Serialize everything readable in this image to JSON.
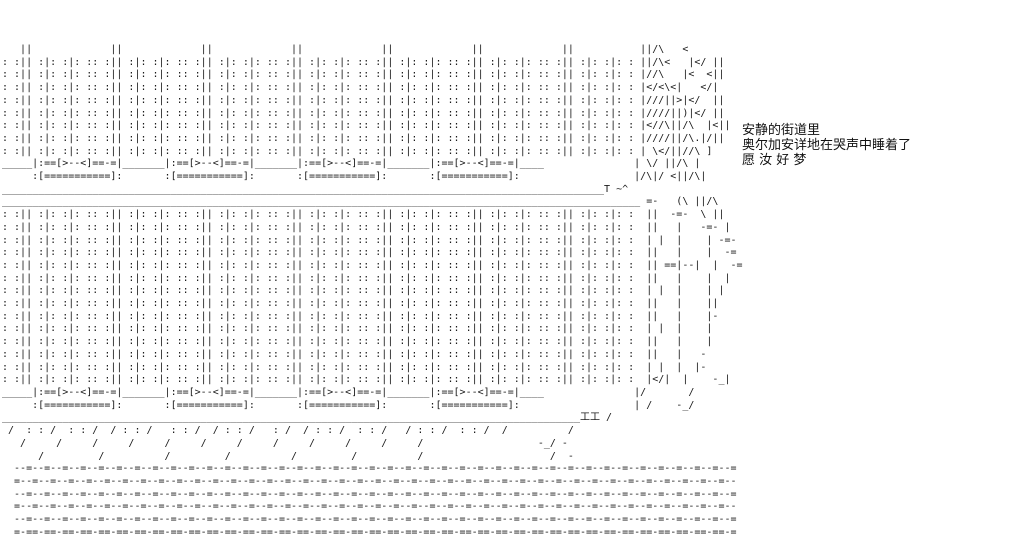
{
  "colors": {
    "background": "#ffffff",
    "ink": "#1a1a1a"
  },
  "dialogue": {
    "line1": "安静的街道里",
    "line2": "奥尔加安详地在哭声中睡着了",
    "line3": "愿 汝 好 梦"
  },
  "art": {
    "lines": [
      "   ||             ||             ||             ||             ||             ||             ||           ||/\\   <",
      ": :|| :|: :|: :: :|| :|: :|: :: :|| :|: :|: :: :|| :|: :|: :: :|| :|: :|: :: :|| :|: :|: :: :|| :|: :|: : ||/\\<   |</ ||",
      ": :|| :|: :|: :: :|| :|: :|: :: :|| :|: :|: :: :|| :|: :|: :: :|| :|: :|: :: :|| :|: :|: :: :|| :|: :|: : |//\\   |<  <||",
      ": :|| :|: :|: :: :|| :|: :|: :: :|| :|: :|: :: :|| :|: :|: :: :|| :|: :|: :: :|| :|: :|: :: :|| :|: :|: : |</<\\<|   </|",
      ": :|| :|: :|: :: :|| :|: :|: :: :|| :|: :|: :: :|| :|: :|: :: :|| :|: :|: :: :|| :|: :|: :: :|| :|: :|: : |///||>|</  ||",
      ": :|| :|: :|: :: :|| :|: :|: :: :|| :|: :|: :: :|| :|: :|: :: :|| :|: :|: :: :|| :|: :|: :: :|| :|: :|: : |////||)|</ ||",
      ": :|| :|: :|: :: :|| :|: :|: :: :|| :|: :|: :: :|| :|: :|: :: :|| :|: :|: :: :|| :|: :|: :: :|| :|: :|: : |<//\\||/\\  |<||",
      ": :|| :|: :|: :: :|| :|: :|: :: :|| :|: :|: :: :|| :|: :|: :: :|| :|: :|: :: :|| :|: :|: :: :|| :|: :|: : |////||/\\.|/||",
      ": :|| :|: :|: :: :|| :|: :|: :: :|| :|: :|: :: :|| :|: :|: :: :|| :|: :|: :: :|| :|: :|: :: :|| :|: :|: : | \\</||//\\ ]",
      "_____|:==[>--<]==-=|_______|:==[>--<]==-=|_______|:==[>--<]==-=|_______|:==[>--<]==-=|____               | \\/ ||/\\ |",
      "     :[===========]:       :[===========]:       :[===========]:       :[===========]:                   |/\\|/ <||/\\|",
      "____________________________________________________________________________________________________T ~^",
      "__________________________________________________________________________________________________________ =-   (\\ ||/\\",
      ": :|| :|: :|: :: :|| :|: :|: :: :|| :|: :|: :: :|| :|: :|: :: :|| :|: :|: :: :|| :|: :|: :: :|| :|: :|: :  ||  -=-  \\ ||",
      ": :|| :|: :|: :: :|| :|: :|: :: :|| :|: :|: :: :|| :|: :|: :: :|| :|: :|: :: :|| :|: :|: :: :|| :|: :|: :  ||   |   -=- |",
      ": :|| :|: :|: :: :|| :|: :|: :: :|| :|: :|: :: :|| :|: :|: :: :|| :|: :|: :: :|| :|: :|: :: :|| :|: :|: :  | |  |    | -=-",
      ": :|| :|: :|: :: :|| :|: :|: :: :|| :|: :|: :: :|| :|: :|: :: :|| :|: :|: :: :|| :|: :|: :: :|| :|: :|: :  ||   |    |  -=",
      ": :|| :|: :|: :: :|| :|: :|: :: :|| :|: :|: :: :|| :|: :|: :: :|| :|: :|: :: :|| :|: :|: :: :|| :|: :|: :  || ==|--|  |  -=",
      ": :|| :|: :|: :: :|| :|: :|: :: :|| :|: :|: :: :|| :|: :|: :: :|| :|: :|: :: :|| :|: :|: :: :|| :|: :|: :  ||   |    |  |",
      ": :|| :|: :|: :: :|| :|: :|: :: :|| :|: :|: :: :|| :|: :|: :: :|| :|: :|: :: :|| :|: :|: :: :|| :|: :|: :  | |  |    | |",
      ": :|| :|: :|: :: :|| :|: :|: :: :|| :|: :|: :: :|| :|: :|: :: :|| :|: :|: :: :|| :|: :|: :: :|| :|: :|: :  ||   |    ||",
      ": :|| :|: :|: :: :|| :|: :|: :: :|| :|: :|: :: :|| :|: :|: :: :|| :|: :|: :: :|| :|: :|: :: :|| :|: :|: :  ||   |    |-",
      ": :|| :|: :|: :: :|| :|: :|: :: :|| :|: :|: :: :|| :|: :|: :: :|| :|: :|: :: :|| :|: :|: :: :|| :|: :|: :  | |  |    |",
      ": :|| :|: :|: :: :|| :|: :|: :: :|| :|: :|: :: :|| :|: :|: :: :|| :|: :|: :: :|| :|: :|: :: :|| :|: :|: :  ||   |    |",
      ": :|| :|: :|: :: :|| :|: :|: :: :|| :|: :|: :: :|| :|: :|: :: :|| :|: :|: :: :|| :|: :|: :: :|| :|: :|: :  ||   |   -",
      ": :|| :|: :|: :: :|| :|: :|: :: :|| :|: :|: :: :|| :|: :|: :: :|| :|: :|: :: :|| :|: :|: :: :|| :|: :|: :  | |  |  |-",
      ": :|| :|: :|: :: :|| :|: :|: :: :|| :|: :|: :: :|| :|: :|: :: :|| :|: :|: :: :|| :|: :|: :: :|| :|: :|: :  |</|  |    -_|",
      "_____|:==[>--<]==-=|_______|:==[>--<]==-=|_______|:==[>--<]==-=|_______|:==[>--<]==-=|____               |/       /",
      "     :[===========]:       :[===========]:       :[===========]:       :[===========]:                   | /    -_/",
      "________________________________________________________________________________________________工工 /",
      " /  : : /  : : /  / : : /   : : /  / : : /   : /  / : : /  : : /   / : : /  : : /  /          /",
      "   /     /     /     /     /     /     /     /     /     /     /     /                   -_/ -",
      "      /         /          /         /          /         /          /                     /  -",
      "  --=--=--=--=--=--=--=--=--=--=--=--=--=--=--=--=--=--=--=--=--=--=--=--=--=--=--=--=--=--=--=--=--=--=--=--=--=--=--=--=",
      "  =--=--=--=--=--=--=--=--=--=--=--=--=--=--=--=--=--=--=--=--=--=--=--=--=--=--=--=--=--=--=--=--=--=--=--=--=--=--=--=--",
      "  --=--=--=--=--=--=--=--=--=--=--=--=--=--=--=--=--=--=--=--=--=--=--=--=--=--=--=--=--=--=--=--=--=--=--=--=--=--=--=--=",
      "  =--=--=--=--=--=--=--=--=--=--=--=--=--=--=--=--=--=--=--=--=--=--=--=--=--=--=--=--=--=--=--=--=--=--=--=--=--=--=--=--",
      "  --=--=--=--=--=--=--=--=--=--=--=--=--=--=--=--=--=--=--=--=--=--=--=--=--=--=--=--=--=--=--=--=--=--=--=--=--=--=--=--=",
      "  =-==-==-==-==-==-==-==-==-==-==-==-==-==-==-==-==-==-==-==-==-==-==-==-==-==-==-==-==-==-==-==-==-==-==-==-==-==-==-==-="
    ]
  }
}
